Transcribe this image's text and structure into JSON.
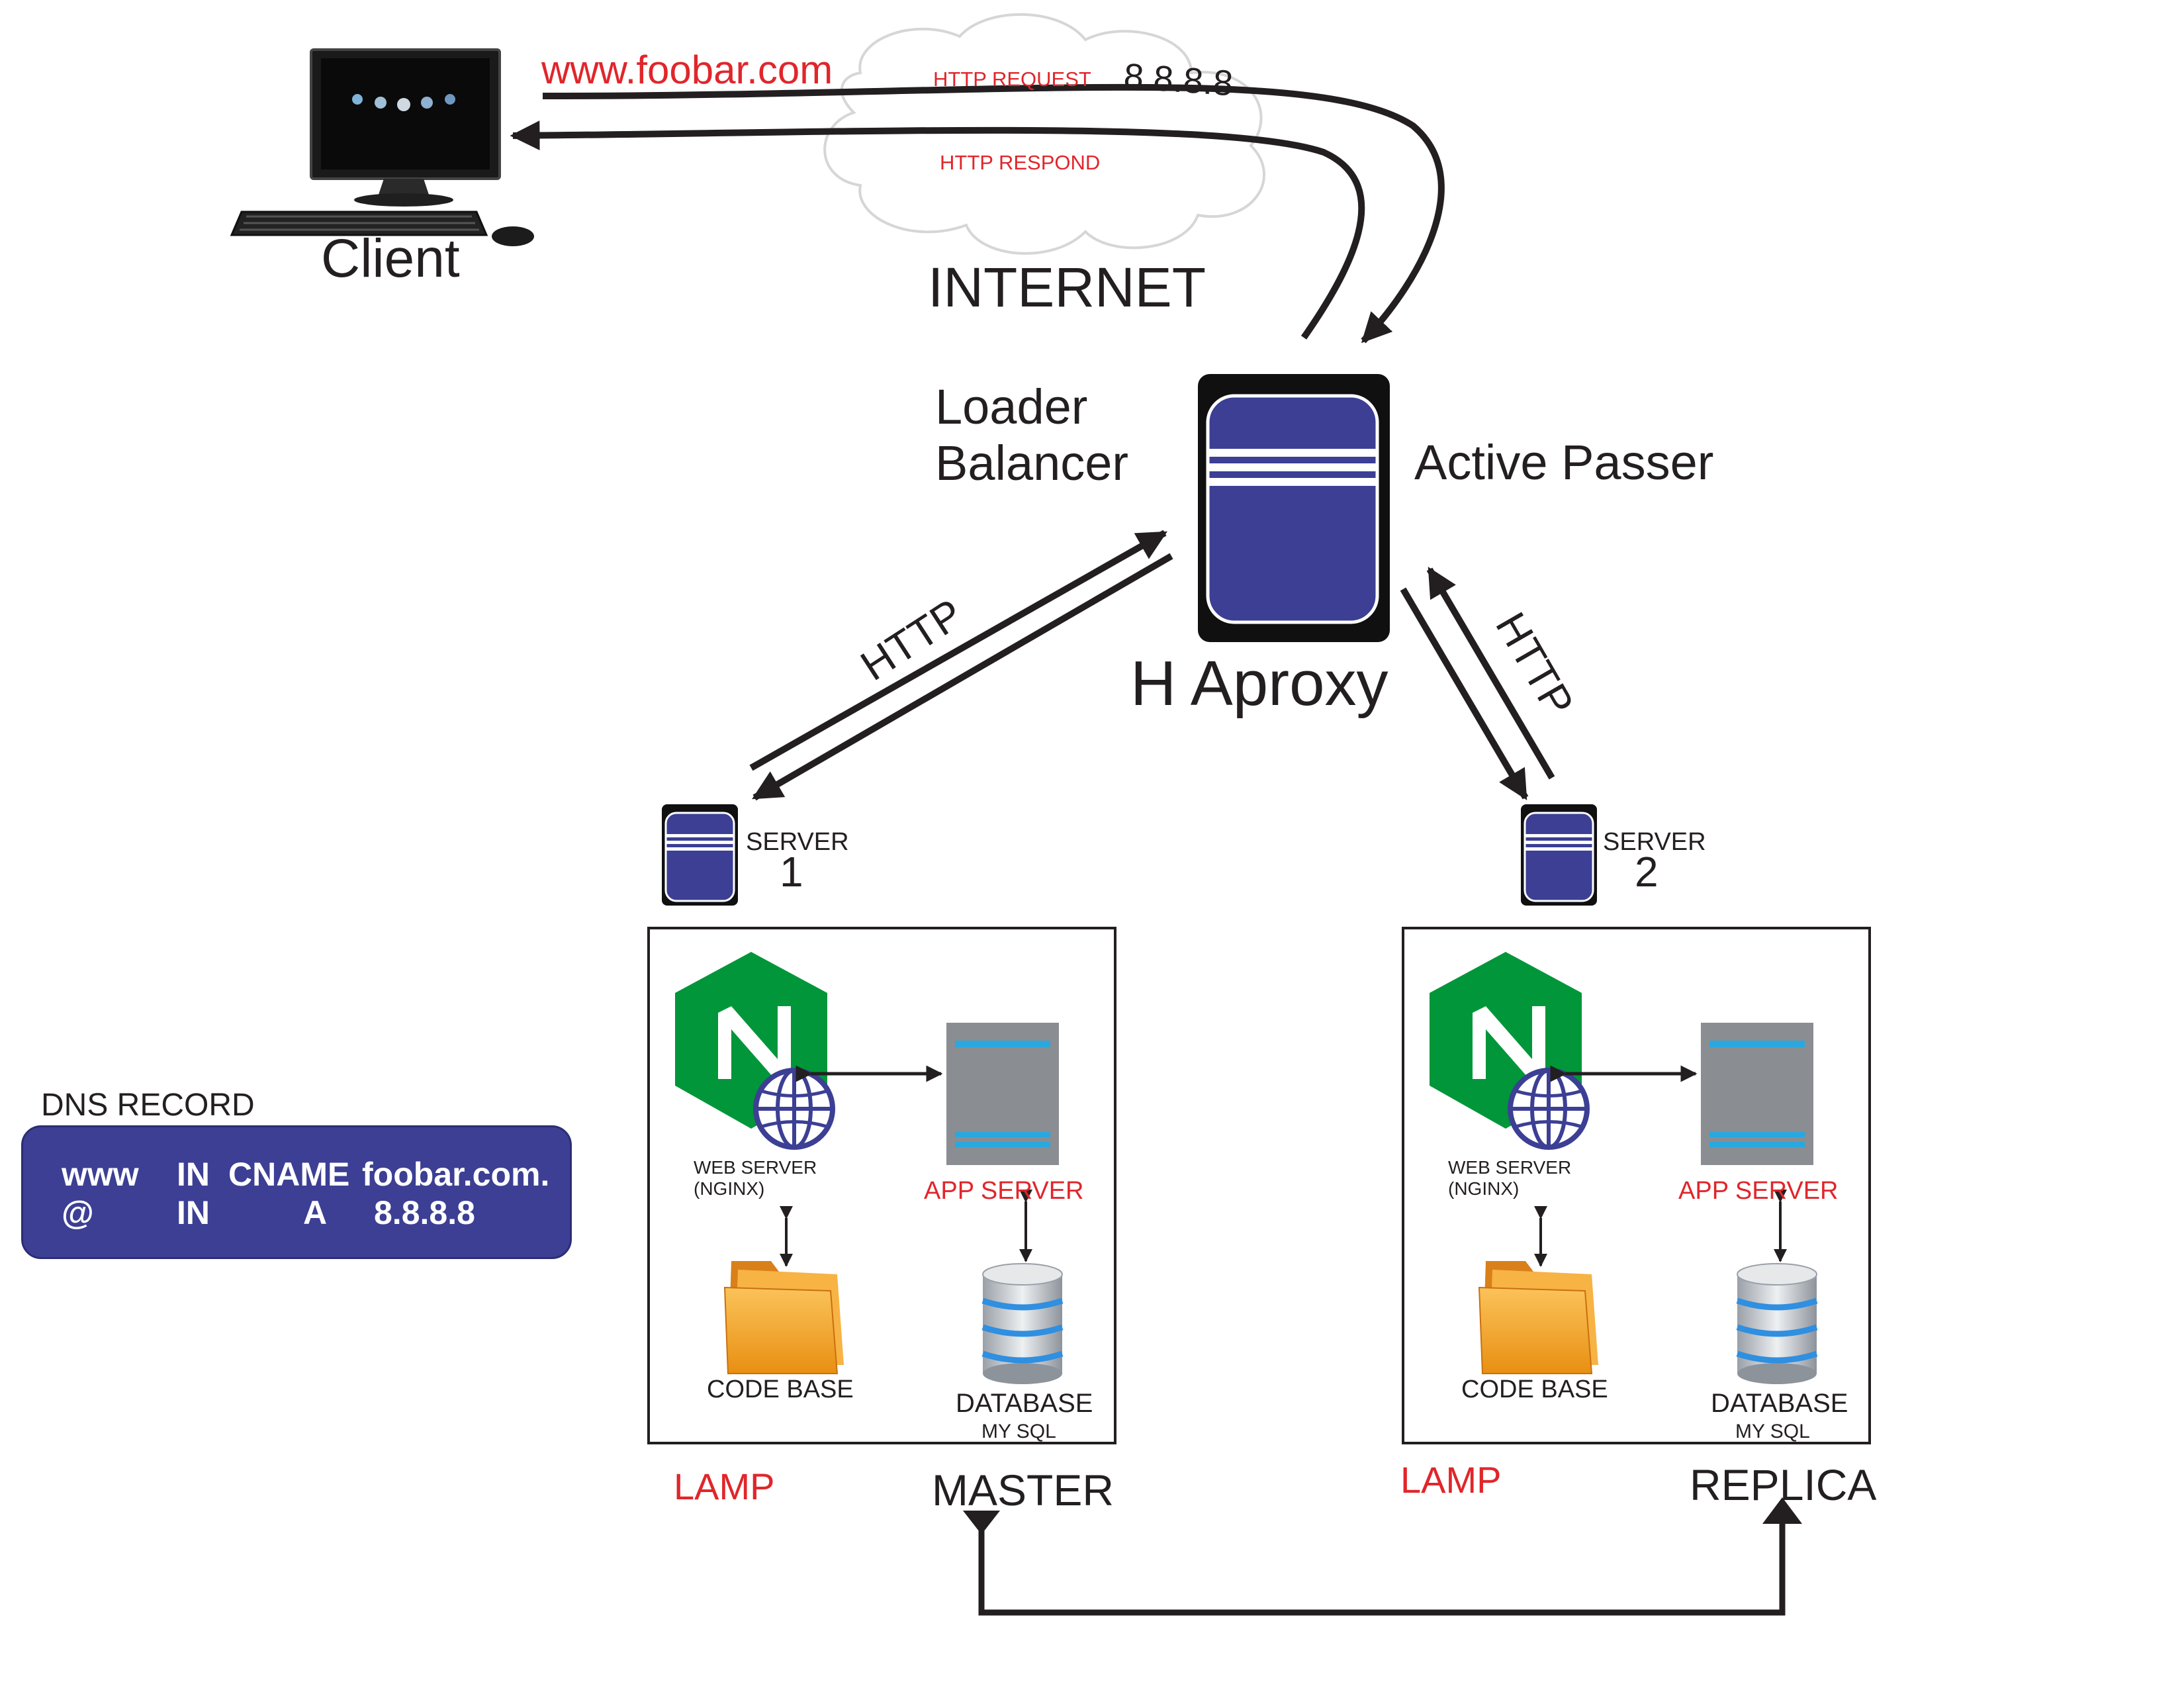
{
  "client": {
    "label": "Client",
    "url": "www.foobar.com"
  },
  "internet": {
    "label": "INTERNET",
    "ip": "8.8.8.8",
    "request_label": "HTTP REQUEST",
    "respond_label": "HTTP RESPOND"
  },
  "load_balancer": {
    "label_line1": "Loader",
    "label_line2": "Balancer",
    "mode": "Active Passer",
    "name": "H Aproxy"
  },
  "links": {
    "http_left": "HTTP",
    "http_right": "HTTP"
  },
  "servers": [
    {
      "label": "SERVER",
      "number": "1",
      "web_server": "WEB SERVER",
      "web_server_sub": "(NGINX)",
      "app_server": "APP SERVER",
      "code_base": "CODE BASE",
      "database": "DATABASE",
      "database_sub": "MY SQL",
      "stack": "LAMP",
      "role": "MASTER"
    },
    {
      "label": "SERVER",
      "number": "2",
      "web_server": "WEB SERVER",
      "web_server_sub": "(NGINX)",
      "app_server": "APP SERVER",
      "code_base": "CODE BASE",
      "database": "DATABASE",
      "database_sub": "MY SQL",
      "stack": "LAMP",
      "role": "REPLICA"
    }
  ],
  "dns": {
    "title": "DNS RECORD",
    "records": [
      {
        "name": "www",
        "class": "IN",
        "type": "CNAME",
        "value": "foobar.com."
      },
      {
        "name": "@",
        "class": "IN",
        "type": "A",
        "value": "8.8.8.8"
      }
    ]
  },
  "colors": {
    "server_blue": "#3c3f94",
    "label_red": "#e0262b",
    "nginx_green": "#009639",
    "folder_orange": "#f4a224",
    "line_dark": "#231f20"
  }
}
